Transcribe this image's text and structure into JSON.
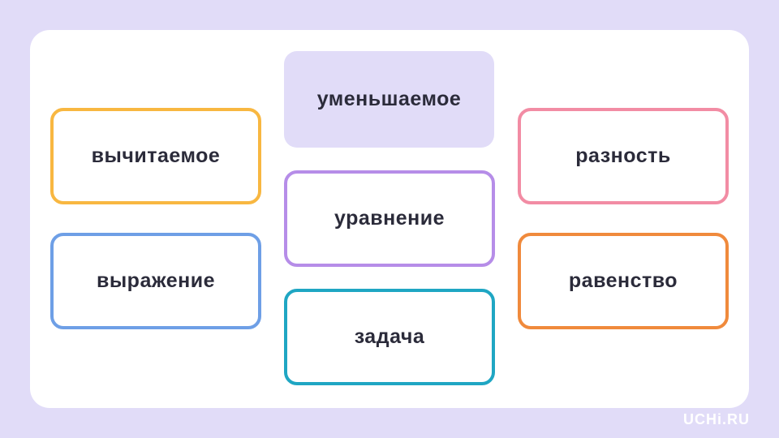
{
  "cards": {
    "minuend": {
      "label": "уменьшаемое",
      "color": "#e1dcf8"
    },
    "subtrahend": {
      "label": "вычитаемое",
      "color": "#f8b741"
    },
    "difference": {
      "label": "разность",
      "color": "#f28ca4"
    },
    "equation": {
      "label": "уравнение",
      "color": "#b68de8"
    },
    "expression": {
      "label": "выражение",
      "color": "#6e9fe6"
    },
    "equality": {
      "label": "равенство",
      "color": "#f08a3c"
    },
    "task": {
      "label": "задача",
      "color": "#1fa6c3"
    }
  },
  "brand": {
    "logo_text": "UCHi.RU"
  }
}
